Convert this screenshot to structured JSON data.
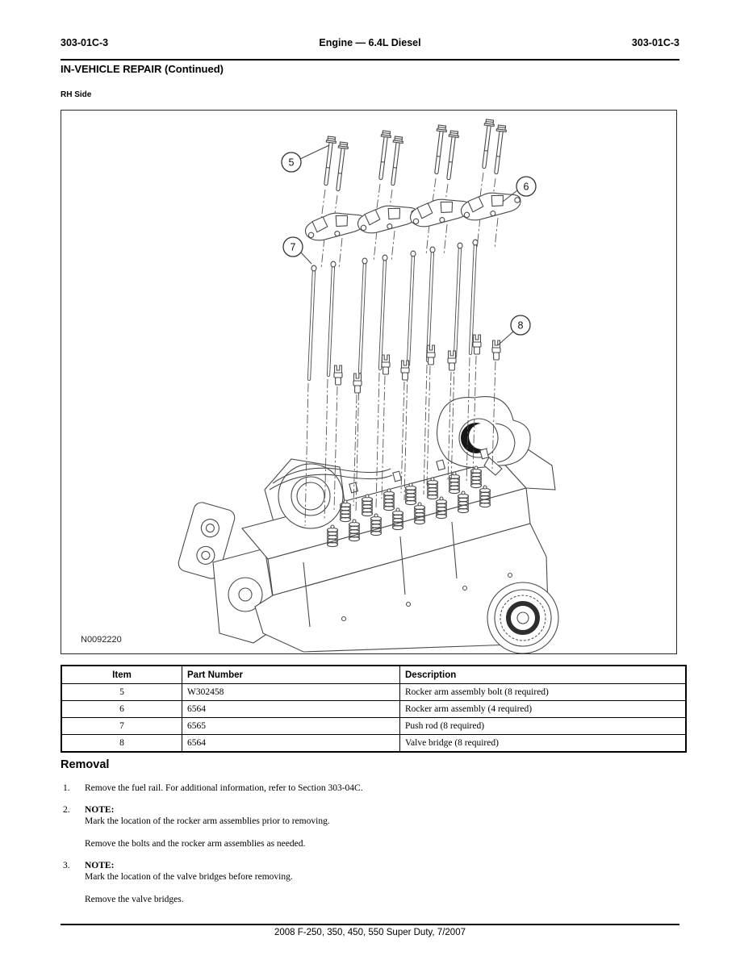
{
  "header": {
    "left": "303-01C-3",
    "center": "Engine — 6.4L Diesel",
    "right": "303-01C-3",
    "subtitle": "IN-VEHICLE REPAIR (Continued)"
  },
  "figure": {
    "caption": "RH Side",
    "figure_id": "N0092220",
    "callouts": [
      "5",
      "6",
      "7",
      "8"
    ]
  },
  "parts_table": {
    "headers": [
      "Item",
      "Part Number",
      "Description"
    ],
    "rows": [
      [
        "5",
        "W302458",
        "Rocker arm assembly bolt (8 required)"
      ],
      [
        "6",
        "6564",
        "Rocker arm assembly (4 required)"
      ],
      [
        "7",
        "6565",
        "Push rod (8 required)"
      ],
      [
        "8",
        "6564",
        "Valve bridge (8 required)"
      ]
    ]
  },
  "removal": {
    "heading": "Removal",
    "steps": [
      {
        "number": "1.",
        "note": "",
        "p1": "Remove the fuel rail. For additional information, refer to Section 303-04C.",
        "p2": ""
      },
      {
        "number": "2.",
        "note": "NOTE:",
        "p1": "Mark the location of the rocker arm assemblies prior to removing.",
        "p2": "Remove the bolts and the rocker arm assemblies as needed."
      },
      {
        "number": "3.",
        "note": "NOTE:",
        "p1": "Mark the location of the valve bridges before removing.",
        "p2": "Remove the valve bridges."
      }
    ]
  },
  "footer": {
    "text": "2008 F-250, 350, 450, 550 Super Duty, 7/2007"
  }
}
